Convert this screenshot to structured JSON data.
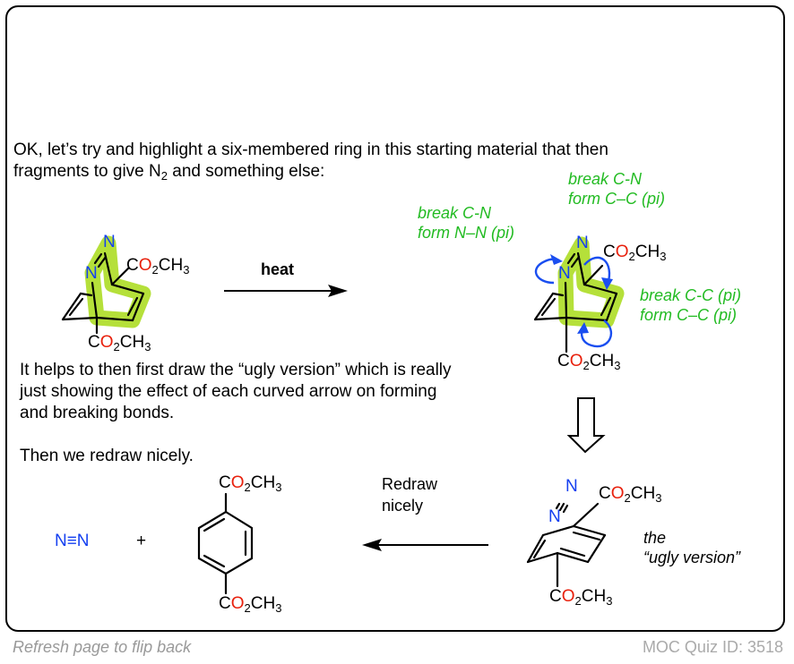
{
  "intro": {
    "line1": "OK, let’s try and highlight a six-membered ring in this starting material that then",
    "line2_pre": "fragments to give N",
    "line2_sub": "2",
    "line2_post": " and something else:"
  },
  "explanation": {
    "line1": "It helps to then first draw the “ugly version” which is really",
    "line2": "just showing the effect of each curved arrow on forming",
    "line3": "and breaking bonds.",
    "line4": "Then we redraw nicely."
  },
  "reaction_arrows": {
    "heat_label": "heat",
    "redraw_line1": "Redraw",
    "redraw_line2": "nicely"
  },
  "annotations": {
    "left_1": "break C-N",
    "left_2": "form N–N (pi)",
    "top_1": "break C-N",
    "top_2": "form C–C (pi)",
    "right_1": "break C-C (pi)",
    "right_2": "form C–C (pi)",
    "ugly_1": "the",
    "ugly_2": "“ugly version”"
  },
  "molecules": {
    "ester": {
      "c": "C",
      "o": "O",
      "sub2": "2",
      "ch": "CH",
      "sub3": "3"
    },
    "nitrogen_atom": "N",
    "n2_product": "N≡N",
    "plus": "+"
  },
  "colors": {
    "nitrogen": "#1540f0",
    "oxygen": "#e8200c",
    "annotation_green": "#22bb22",
    "highlight": "#b5e03a",
    "curved_arrow": "#1a4ef0"
  },
  "footer": {
    "left": "Refresh page to flip back",
    "right": "MOC Quiz ID: 3518"
  }
}
